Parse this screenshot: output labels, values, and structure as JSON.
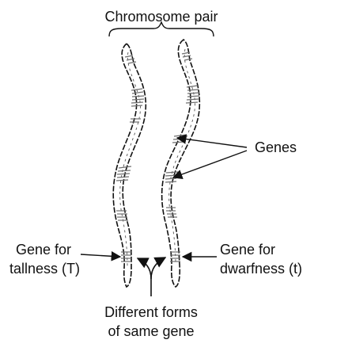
{
  "diagram": {
    "title": "Chromosome pair",
    "genes_label": "Genes",
    "left_label_line1": "Gene for",
    "left_label_line2": "tallness (T)",
    "right_label_line1": "Gene for",
    "right_label_line2": "dwarfness (t)",
    "bottom_label_line1": "Different forms",
    "bottom_label_line2": "of same gene"
  },
  "colors": {
    "ink": "#111111",
    "band": "#6f6f6f",
    "background": "#ffffff"
  }
}
